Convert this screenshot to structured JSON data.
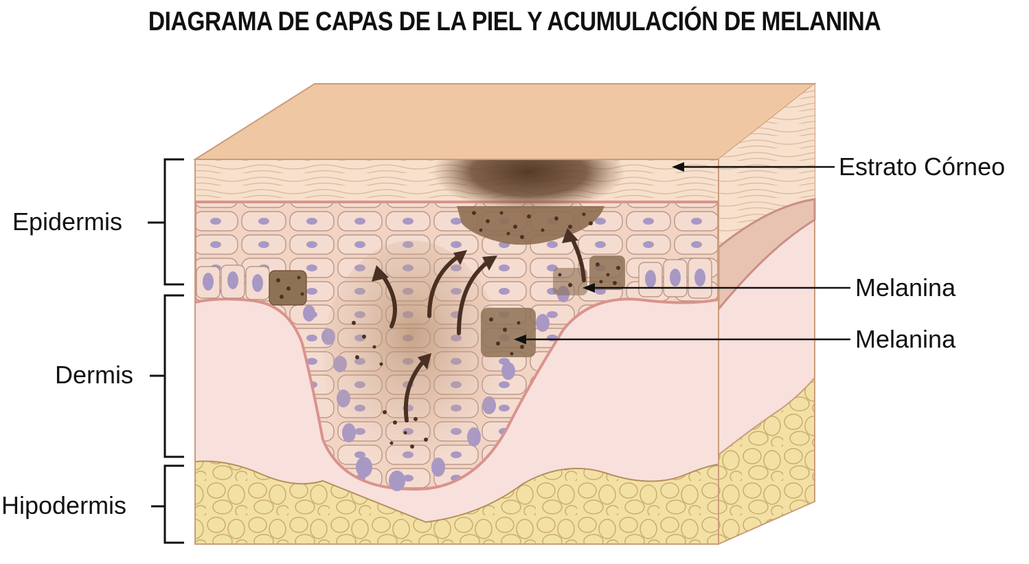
{
  "title": "DIAGRAMA DE CAPAS DE LA PIEL Y ACUMULACIÓN DE MELANINA",
  "left_labels": [
    {
      "id": "epidermis",
      "label": "Epidermis"
    },
    {
      "id": "dermis",
      "label": "Dermis"
    },
    {
      "id": "hipodermis",
      "label": "Hipodermis"
    }
  ],
  "right_labels": [
    {
      "id": "estrato-corneo",
      "label": "Estrato Córneo"
    },
    {
      "id": "melanina-1",
      "label": "Melanina"
    },
    {
      "id": "melanina-2",
      "label": "Melanina"
    }
  ],
  "colors": {
    "skin_surface": "#efc7a2",
    "stratum_corneum": "#f7e0cc",
    "epidermis_cells": "#f2d4c4",
    "cell_outline": "#a07e6e",
    "nucleus": "#a898c4",
    "basement_membrane": "#d9938d",
    "dermis": "#f8e0dc",
    "hypodermis_fat": "#f3e0a4",
    "fat_outline": "#c9ad6e",
    "melanin": "#5a3a22",
    "pigment_spot": "#6b4a33",
    "arrow": "#4a3022",
    "label_line": "#111111"
  }
}
